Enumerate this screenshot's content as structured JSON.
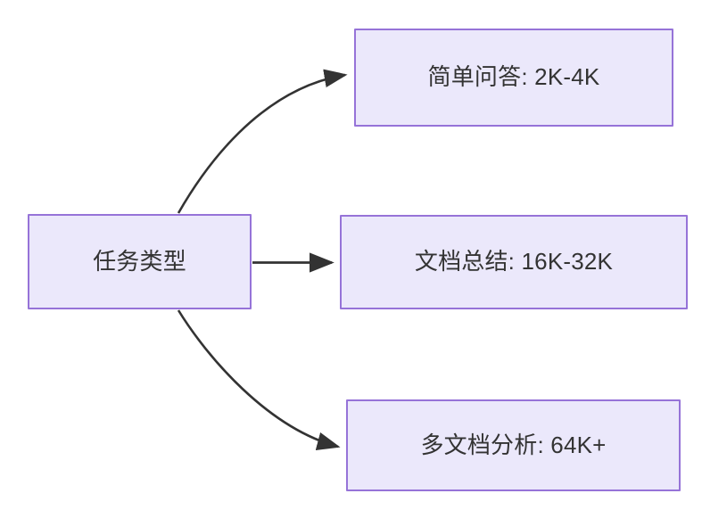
{
  "diagram": {
    "type": "flowchart",
    "direction": "left-to-right",
    "background_color": "#ffffff",
    "node_fill_color": "#ebe8fb",
    "node_border_color": "#9673d8",
    "node_text_color": "#333333",
    "edge_color": "#333333",
    "source_node": {
      "id": "task-type",
      "label": "任务类型"
    },
    "targets": [
      {
        "id": "simple-qa",
        "label": "简单问答: 2K-4K",
        "task": "简单问答",
        "context_range": "2K-4K",
        "edge_style": "curved"
      },
      {
        "id": "doc-summary",
        "label": "文档总结: 16K-32K",
        "task": "文档总结",
        "context_range": "16K-32K",
        "edge_style": "straight"
      },
      {
        "id": "multi-doc-analysis",
        "label": "多文档分析: 64K+",
        "task": "多文档分析",
        "context_range": "64K+",
        "edge_style": "curved"
      }
    ]
  }
}
